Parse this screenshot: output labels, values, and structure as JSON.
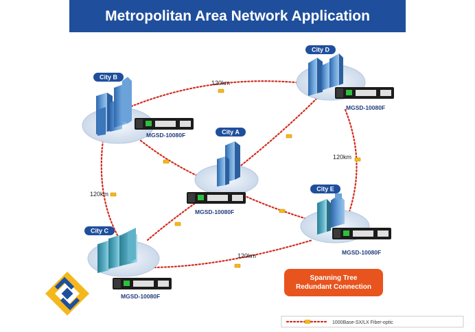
{
  "title": "Metropolitan Area Network Application",
  "cities": {
    "a": {
      "label": "City A",
      "model": "MGSD-10080F"
    },
    "b": {
      "label": "City B",
      "model": "MGSD-10080F"
    },
    "c": {
      "label": "City C",
      "model": "MGSD-10080F"
    },
    "d": {
      "label": "City D",
      "model": "MGSD-10080F"
    },
    "e": {
      "label": "City E",
      "model": "MGSD-10080F"
    }
  },
  "distances": {
    "b_d": "120km",
    "b_c": "120km",
    "d_e": "120km",
    "c_e": "120km"
  },
  "badge": {
    "line1": "Spanning Tree",
    "line2": "Redundant Connection"
  },
  "legend": {
    "label": "1000Base-SX/LX Fiber-optic"
  },
  "colors": {
    "title_bar": "#1f4f9c",
    "city_label": "#1f4f9c",
    "fiber_line": "#d42a1e",
    "connector": "#f5b81c",
    "badge": "#e8541e",
    "building": "#4a86c8",
    "switch": "#1c1c1c"
  }
}
